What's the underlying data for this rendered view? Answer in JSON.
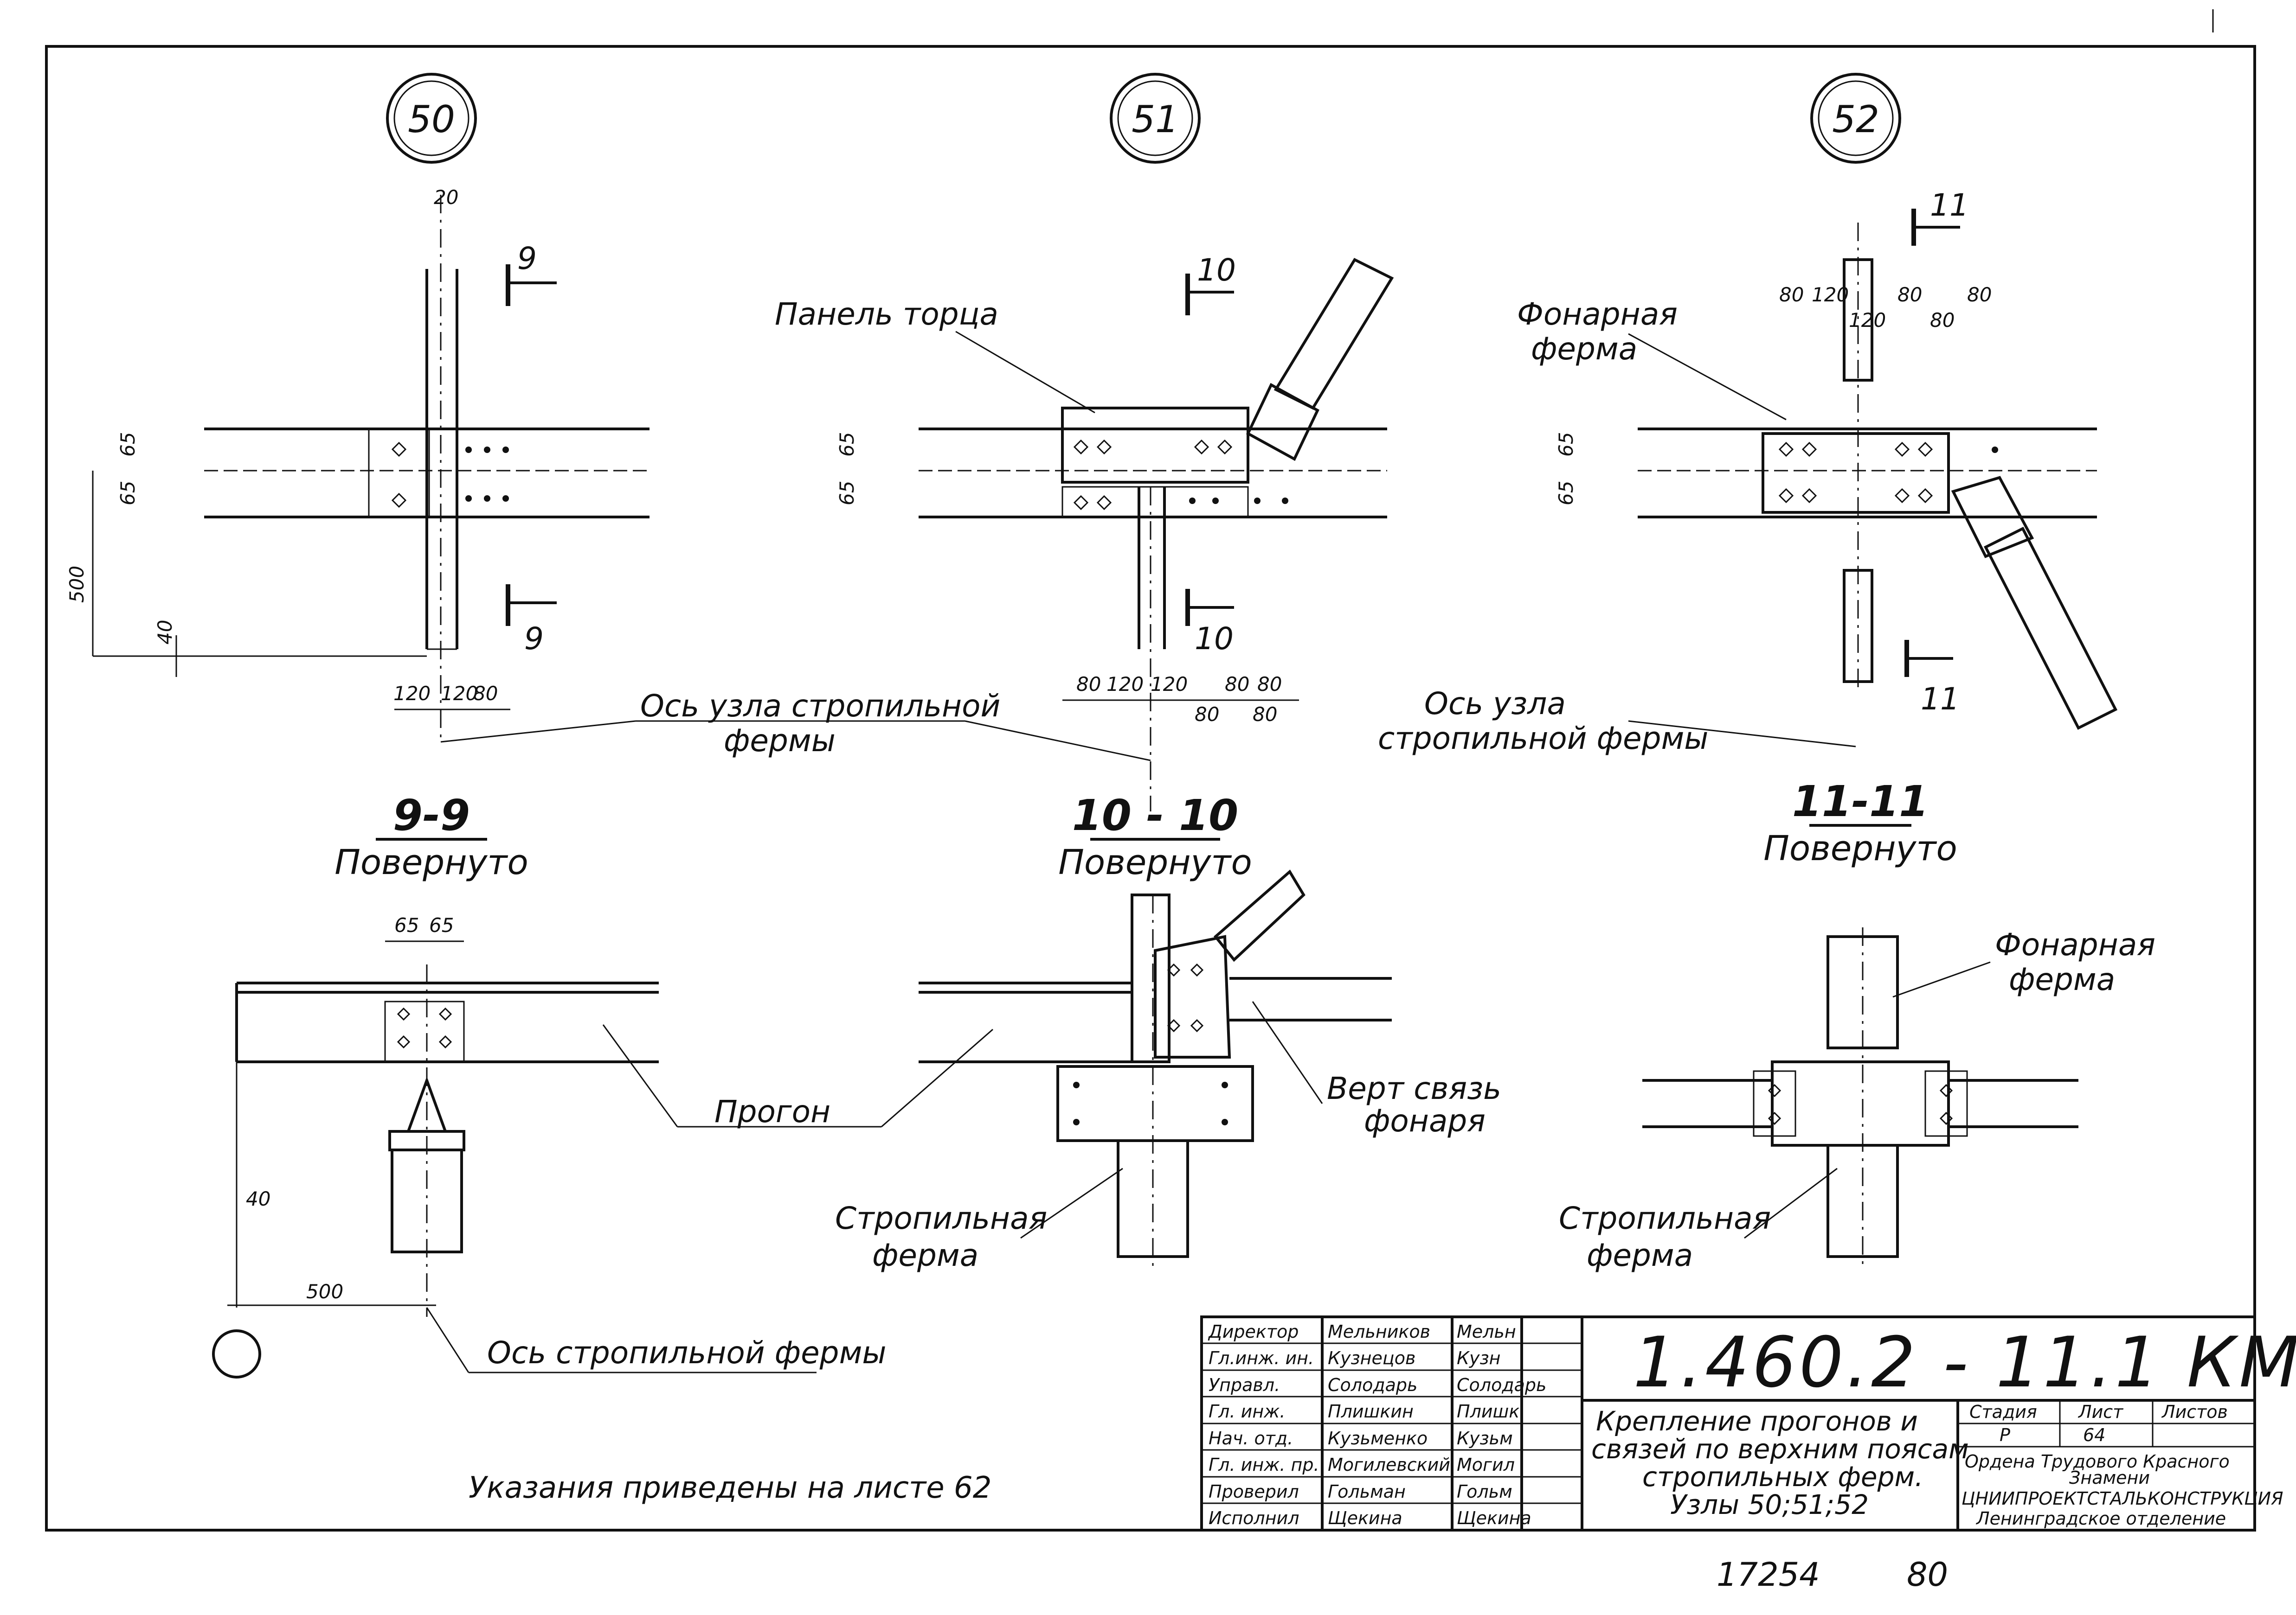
{
  "nodes": {
    "n50": "50",
    "n51": "51",
    "n52": "52"
  },
  "cuts": {
    "c9": "9",
    "c10": "10",
    "c11": "11"
  },
  "sections": {
    "s9": {
      "title": "9-9",
      "subtitle": "Повернуто"
    },
    "s10": {
      "title": "10 - 10",
      "subtitle": "Повернуто"
    },
    "s11": {
      "title": "11-11",
      "subtitle": "Повернуто"
    }
  },
  "labels": {
    "panel_torca": "Панель торца",
    "fonarnaya_ferma_1": "Фонарная",
    "fonarnaya_ferma_2": "ферма",
    "os_uzla_1": "Ось узла стропильной",
    "os_uzla_2": "фермы",
    "os_uzla_b1": "Ось узла",
    "os_uzla_b2": "стропильной фермы",
    "progon": "Прогон",
    "vert_svyaz_1": "Верт связь",
    "vert_svyaz_2": "фонаря",
    "stropilnaya_1": "Стропильная",
    "stropilnaya_2": "ферма",
    "os_stropilnoy": "Ось стропильной фермы"
  },
  "dims": {
    "d20": "20",
    "d65": "65",
    "d500": "500",
    "d40": "40",
    "d120": "120",
    "d80": "80"
  },
  "note": "Указания приведены на листе 62",
  "title_block": {
    "roles": [
      "Директор",
      "Гл.инж. ин.",
      "Управл.",
      "Гл. инж.",
      "Нач. отд.",
      "Гл. инж. пр.",
      "Проверил",
      "Исполнил"
    ],
    "names": [
      "Мельников",
      "Кузнецов",
      "Солодарь",
      "Плишкин",
      "Кузьменко",
      "Могилевский",
      "Гольман",
      "Щекина"
    ],
    "signatures": [
      "Мельн",
      "Кузн",
      "Солодарь",
      "Плишк",
      "Кузьм",
      "Могил",
      "Гольм",
      "Щекина"
    ],
    "code": "1.460.2 - 11.1 КМ",
    "title_lines": [
      "Крепление прогонов и",
      "связей по верхним поясам",
      "стропильных ферм.",
      "Узлы 50;51;52"
    ],
    "stage_header": "Стадия",
    "sheet_header": "Лист",
    "sheets_header": "Листов",
    "stage": "Р",
    "sheet": "64",
    "org_line1": "Ордена Трудового Красного",
    "org_line2": "Знамени",
    "org_line3": "ЦНИИПРОЕКТСТАЛЬКОНСТРУКЦИЯ",
    "org_line4": "Ленинградское отделение"
  },
  "footer": {
    "inventory": "17254",
    "page": "80"
  }
}
